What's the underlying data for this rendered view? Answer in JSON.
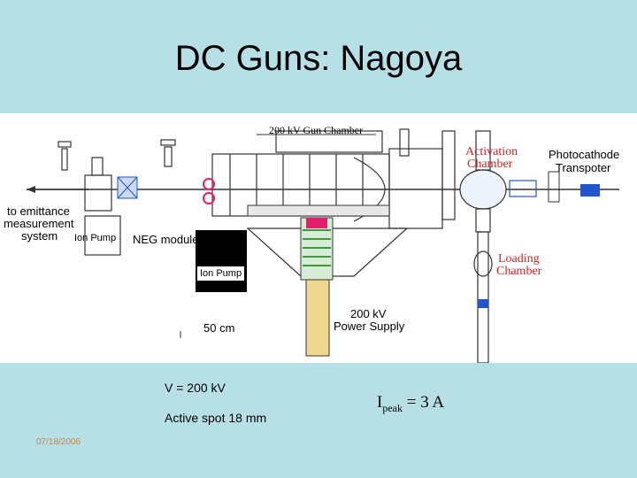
{
  "slide": {
    "title": "DC Guns: Nagoya",
    "date": "07/18/2006"
  },
  "diagram": {
    "labels": {
      "gun_chamber": "200 kV Gun Chamber",
      "activation_line1": "Activation",
      "activation_line2": "Chamber",
      "photocathode_line1": "Photocathode",
      "photocathode_line2": "Transpoter",
      "emittance_line1": "to emittance",
      "emittance_line2": "measurement",
      "emittance_line3": "system",
      "ion_pump_left": "Ion Pump",
      "neg_module": "NEG module",
      "ion_pump_box": "Ion Pump",
      "scale": "50 cm",
      "power_supply_line1": "200 kV",
      "power_supply_line2": "Power Supply",
      "loading_line1": "Loading",
      "loading_line2": "Chamber"
    },
    "colors": {
      "activation_text": "#cc2222",
      "magenta_component": "#e0206a",
      "green_coil": "#3a9a3a",
      "power_supply_fill": "#f0d890",
      "blue_component": "#2255cc"
    }
  },
  "captions": {
    "voltage": "V = 200 kV",
    "active_spot": "Active spot 18 mm",
    "formula_symbol": "I",
    "formula_sub": "peak",
    "formula_rest": " = 3 A"
  }
}
